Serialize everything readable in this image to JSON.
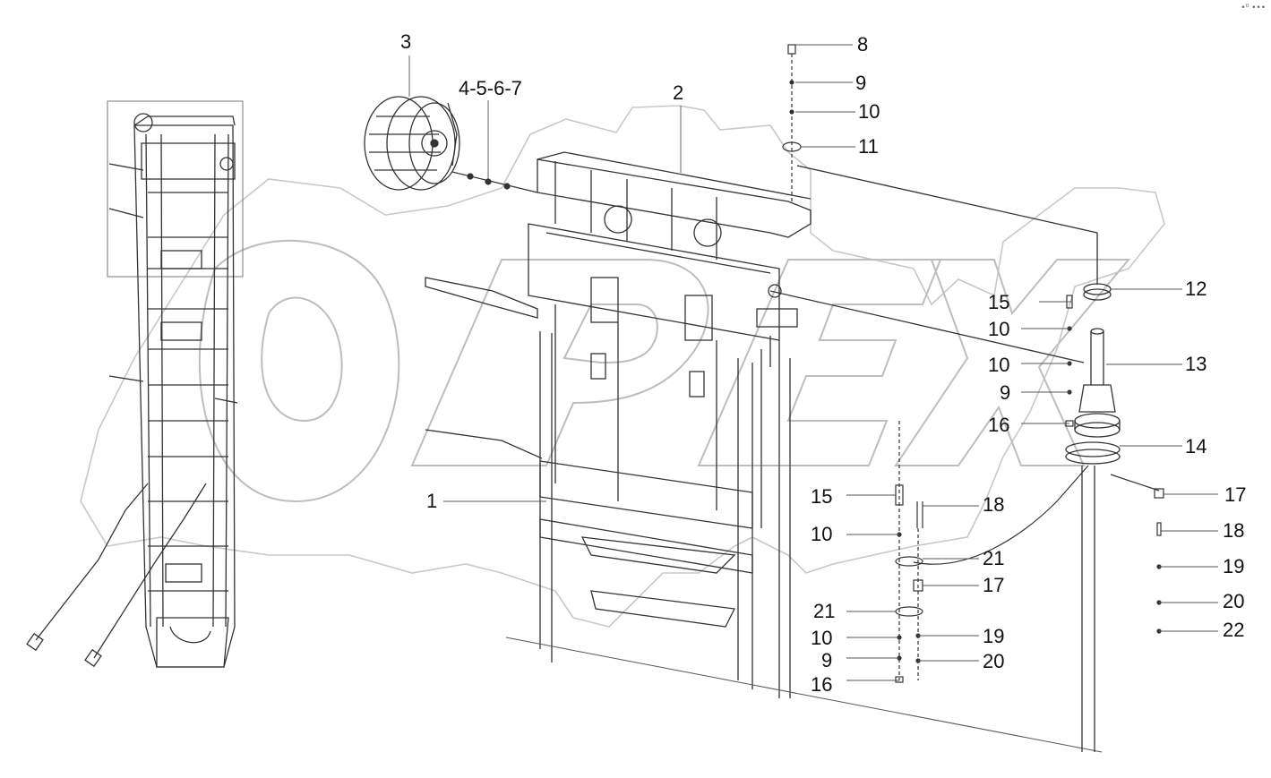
{
  "diagram": {
    "watermark": "OPEX",
    "corner_mark": "•⁰ •••",
    "callouts": [
      {
        "id": "c3",
        "text": "3"
      },
      {
        "id": "c4567",
        "text": "4-5-6-7"
      },
      {
        "id": "c2",
        "text": "2"
      },
      {
        "id": "c8",
        "text": "8"
      },
      {
        "id": "c9a",
        "text": "9"
      },
      {
        "id": "c10a",
        "text": "10"
      },
      {
        "id": "c11",
        "text": "11"
      },
      {
        "id": "c12",
        "text": "12"
      },
      {
        "id": "c15a",
        "text": "15"
      },
      {
        "id": "c10b",
        "text": "10"
      },
      {
        "id": "c10c",
        "text": "10"
      },
      {
        "id": "c13",
        "text": "13"
      },
      {
        "id": "c9b",
        "text": "9"
      },
      {
        "id": "c16a",
        "text": "16"
      },
      {
        "id": "c14",
        "text": "14"
      },
      {
        "id": "c1",
        "text": "1"
      },
      {
        "id": "c15b",
        "text": "15"
      },
      {
        "id": "c18a",
        "text": "18"
      },
      {
        "id": "c17a",
        "text": "17"
      },
      {
        "id": "c18b",
        "text": "18"
      },
      {
        "id": "c10d",
        "text": "10"
      },
      {
        "id": "c21a",
        "text": "21"
      },
      {
        "id": "c19a",
        "text": "19"
      },
      {
        "id": "c17b",
        "text": "17"
      },
      {
        "id": "c20a",
        "text": "20"
      },
      {
        "id": "c21b",
        "text": "21"
      },
      {
        "id": "c22",
        "text": "22"
      },
      {
        "id": "c10e",
        "text": "10"
      },
      {
        "id": "c19b",
        "text": "19"
      },
      {
        "id": "c9c",
        "text": "9"
      },
      {
        "id": "c20b",
        "text": "20"
      },
      {
        "id": "c16b",
        "text": "16"
      }
    ]
  }
}
